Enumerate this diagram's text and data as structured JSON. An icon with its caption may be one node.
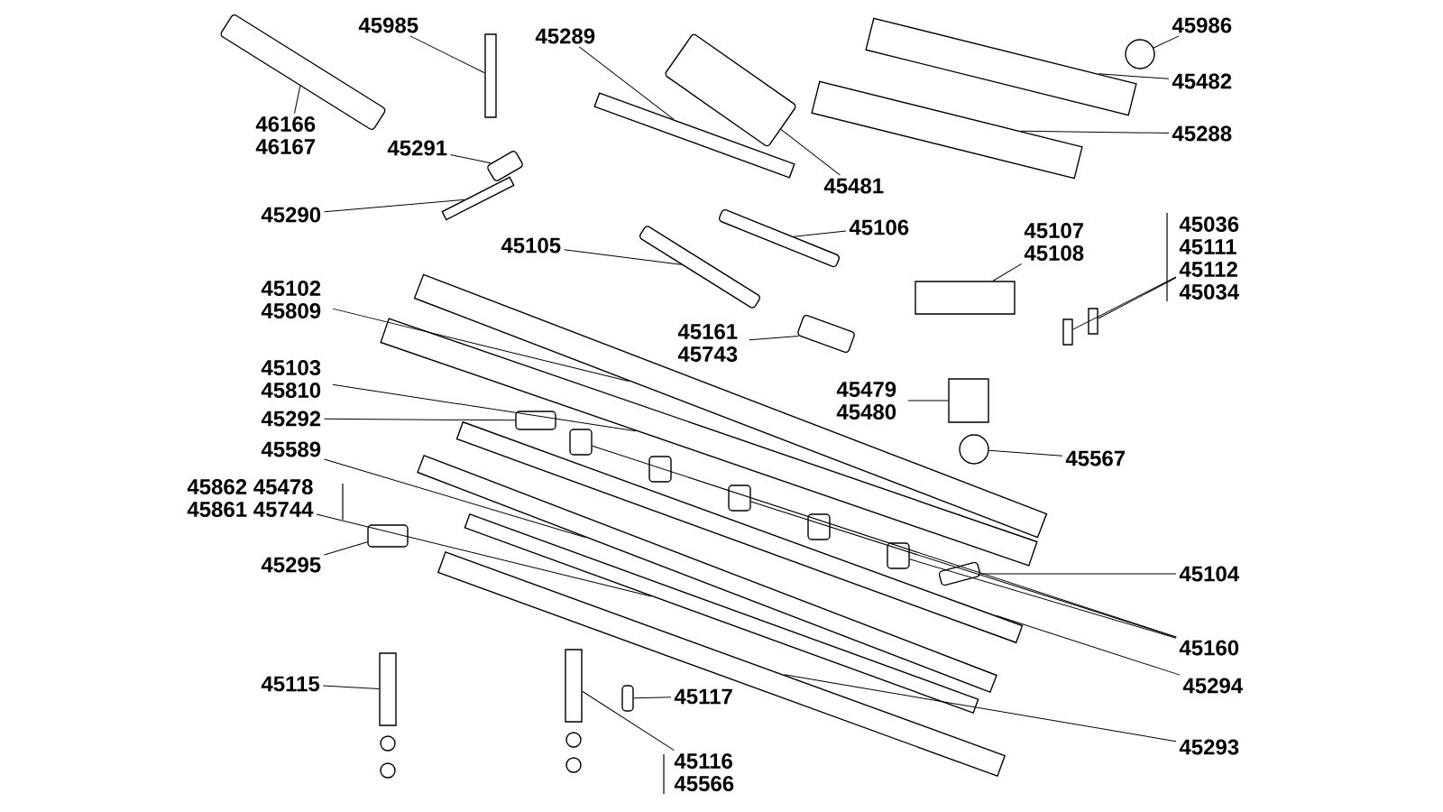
{
  "diagram": {
    "nodes": [
      {
        "text": [
          "46166 46167"
        ]
      },
      {
        "text": [],
        "shape": "box"
      },
      {
        "text": [
          "45985"
        ]
      },
      {
        "text": [],
        "shape": "box"
      },
      {
        "text": [
          "45289"
        ]
      },
      {
        "text": [],
        "shape": "box"
      },
      {
        "text": [],
        "shape": "box"
      },
      {
        "text": [
          "45481"
        ]
      },
      {
        "text": [
          "45986"
        ]
      },
      {
        "text": [],
        "shape": "circle"
      },
      {
        "text": [
          "45482"
        ]
      },
      {
        "text": [],
        "shape": "box"
      },
      {
        "text": [
          "45288"
        ]
      },
      {
        "text": [],
        "shape": "box"
      },
      {
        "text": [
          "45291"
        ]
      },
      {
        "text": [],
        "shape": "box"
      },
      {
        "text": [
          "45290"
        ]
      },
      {
        "text": [],
        "shape": "box"
      },
      {
        "text": [
          "45105"
        ]
      },
      {
        "text": [],
        "shape": "box"
      },
      {
        "text": [],
        "shape": "box"
      },
      {
        "text": [
          "45106"
        ]
      },
      {
        "text": [
          "45107 45108"
        ]
      },
      {
        "text": [],
        "shape": "box"
      },
      {
        "text": [
          "45036 45111 45112 45034"
        ]
      },
      {
        "text": [],
        "shape": "box"
      },
      {
        "text": [],
        "shape": "box"
      },
      {
        "text": [
          "45102 45809"
        ]
      },
      {
        "text": [],
        "shape": "box"
      },
      {
        "text": [
          "45161 45743"
        ]
      },
      {
        "text": [],
        "shape": "box"
      },
      {
        "text": [
          "45103 45810"
        ]
      },
      {
        "text": [],
        "shape": "box"
      },
      {
        "text": [
          "45479 45480"
        ]
      },
      {
        "text": [],
        "shape": "box"
      },
      {
        "text": [],
        "shape": "circle"
      },
      {
        "text": [
          "45567"
        ]
      },
      {
        "text": [
          "45292"
        ]
      },
      {
        "text": [],
        "shape": "box"
      },
      {
        "text": [
          "45589"
        ]
      },
      {
        "text": [],
        "shape": "box"
      },
      {
        "text": [],
        "shape": "box"
      },
      {
        "text": [
          "45862 45478",
          "45861 45744"
        ]
      },
      {
        "text": [],
        "shape": "box"
      },
      {
        "text": [],
        "shape": "box"
      },
      {
        "text": [],
        "shape": "box"
      },
      {
        "text": [],
        "shape": "box"
      },
      {
        "text": [],
        "shape": "box"
      },
      {
        "text": [],
        "shape": "box"
      },
      {
        "text": [],
        "shape": "box"
      },
      {
        "text": [
          "45295"
        ]
      },
      {
        "text": [],
        "shape": "box"
      },
      {
        "text": [
          "45104"
        ]
      },
      {
        "text": [],
        "shape": "box"
      },
      {
        "text": [
          "45160"
        ]
      },
      {
        "text": [
          "45294"
        ]
      },
      {
        "text": [
          "45293"
        ]
      },
      {
        "text": [
          "45115"
        ]
      },
      {
        "text": [],
        "shape": "box"
      },
      {
        "text": [
          "45117"
        ]
      },
      {
        "text": [],
        "shape": "box"
      },
      {
        "text": [],
        "shape": "box"
      },
      {
        "text": [
          "45116 45566"
        ]
      }
    ],
    "edges": [
      {
        "from": 0,
        "to": 1,
        "arrow": "none"
      },
      {
        "from": 2,
        "to": 3,
        "arrow": "none"
      },
      {
        "from": 4,
        "to": 5,
        "arrow": "none"
      },
      {
        "from": 7,
        "to": 6,
        "arrow": "none"
      },
      {
        "from": 8,
        "to": 9,
        "arrow": "none"
      },
      {
        "from": 10,
        "to": 11,
        "arrow": "none"
      },
      {
        "from": 12,
        "to": 13,
        "arrow": "none"
      },
      {
        "from": 14,
        "to": 15,
        "arrow": "none"
      },
      {
        "from": 16,
        "to": 17,
        "arrow": "none"
      },
      {
        "from": 18,
        "to": 19,
        "arrow": "none"
      },
      {
        "from": 21,
        "to": 20,
        "arrow": "none"
      },
      {
        "from": 22,
        "to": 23,
        "arrow": "none"
      },
      {
        "from": 24,
        "to": 25,
        "arrow": "none"
      },
      {
        "from": 24,
        "to": 26,
        "arrow": "none"
      },
      {
        "from": 27,
        "to": 28,
        "arrow": "none"
      },
      {
        "from": 29,
        "to": 30,
        "arrow": "none"
      },
      {
        "from": 31,
        "to": 32,
        "arrow": "none"
      },
      {
        "from": 33,
        "to": 34,
        "arrow": "none"
      },
      {
        "from": 36,
        "to": 35,
        "arrow": "none"
      },
      {
        "from": 37,
        "to": 38,
        "arrow": "none"
      },
      {
        "from": 39,
        "to": 40,
        "arrow": "none"
      },
      {
        "from": 42,
        "to": 43,
        "arrow": "none"
      },
      {
        "from": 50,
        "to": 51,
        "arrow": "none"
      },
      {
        "from": 52,
        "to": 53,
        "arrow": "none"
      },
      {
        "from": 54,
        "to": 45,
        "arrow": "none"
      },
      {
        "from": 54,
        "to": 47,
        "arrow": "none"
      },
      {
        "from": 54,
        "to": 49,
        "arrow": "none"
      },
      {
        "from": 55,
        "to": 41,
        "arrow": "none"
      },
      {
        "from": 56,
        "to": 44,
        "arrow": "none"
      },
      {
        "from": 57,
        "to": 58,
        "arrow": "none"
      },
      {
        "from": 59,
        "to": 60,
        "arrow": "none"
      },
      {
        "from": 62,
        "to": 61,
        "arrow": "none"
      }
    ]
  }
}
